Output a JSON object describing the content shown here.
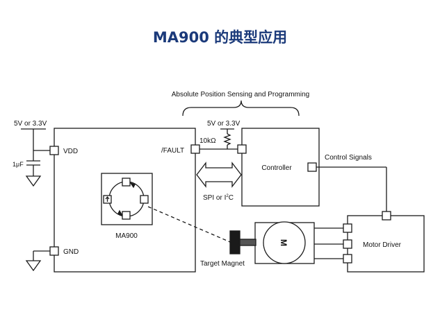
{
  "title": "MA900 的典型应用",
  "colors": {
    "title": "#1b3a7a",
    "line": "#1a1a1a",
    "magnet_dark": "#1a1a1a"
  },
  "labels": {
    "bracket": "Absolute Position Sensing and Programming",
    "supply_left": "5V or 3.3V",
    "supply_mid": "5V or 3.3V",
    "resistor": "10kΩ",
    "capacitor": "1μF",
    "vdd": "VDD",
    "gnd": "GND",
    "fault": "/FAULT",
    "chip": "MA900",
    "controller": "Controller",
    "bus_prefix": "SPI or I",
    "bus_sup": "2",
    "bus_suffix": "C",
    "control_signals": "Control Signals",
    "motor": "M",
    "motor_driver": "Motor Driver",
    "target_magnet": "Target Magnet"
  },
  "icons": {
    "ground": "ground-icon",
    "capacitor": "capacitor-icon",
    "resistor": "resistor-icon",
    "arrow": "double-arrow-icon"
  }
}
